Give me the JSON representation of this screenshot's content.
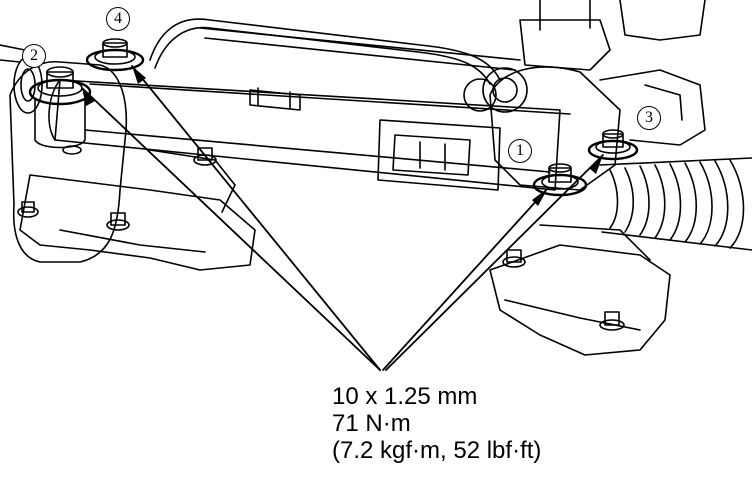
{
  "callouts": {
    "c1": "1",
    "c2": "2",
    "c3": "3",
    "c4": "4"
  },
  "spec": {
    "thread": "10 x 1.25 mm",
    "torque_nm": "71 N·m",
    "torque_alt": "(7.2 kgf·m, 52 lbf·ft)"
  },
  "colors": {
    "ink": "#000000",
    "paper": "#ffffff"
  }
}
